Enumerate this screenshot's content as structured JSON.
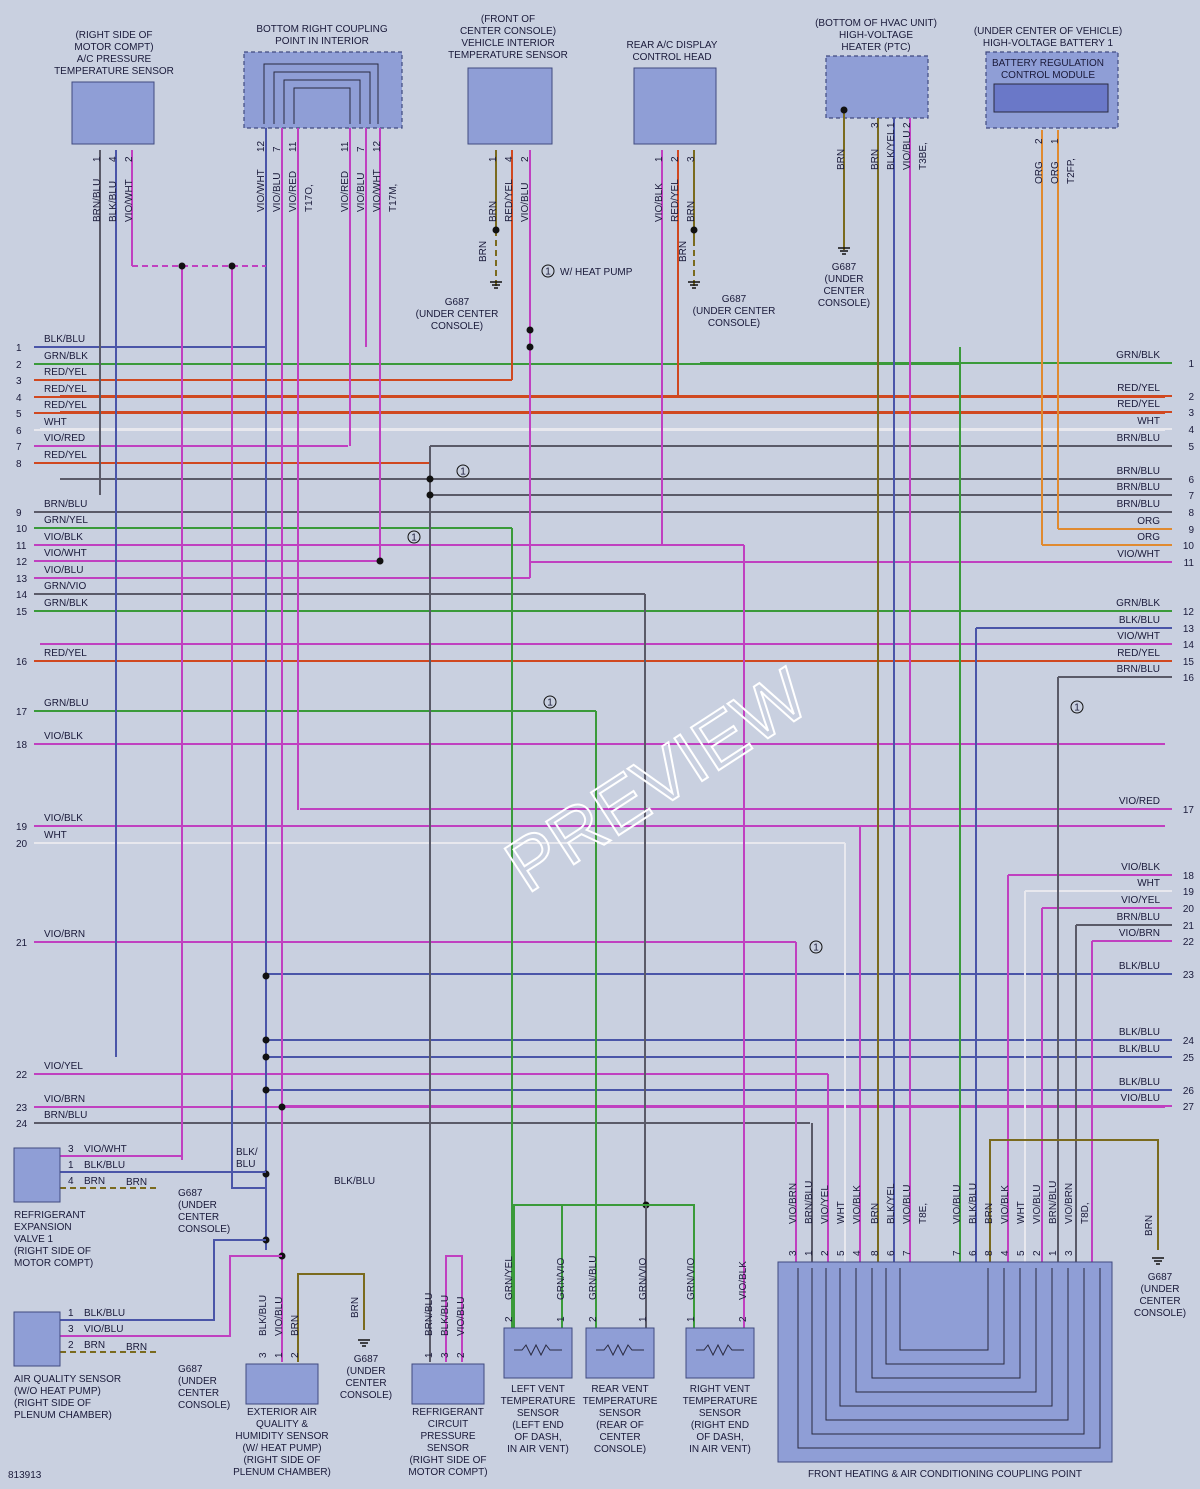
{
  "diagram_id": "813913",
  "watermark": "PREVIEW",
  "colors": {
    "background": "#c9d0e0",
    "component_fill": "#8f9ed6",
    "BRN": "#7a6a1e",
    "BLU": "#4a55a8",
    "VIO": "#c040c0",
    "GRN": "#3a9a3a",
    "RED": "#d04820",
    "WHT": "#e8e8ee",
    "ORG": "#e08a30",
    "GRY": "#5a5a68"
  },
  "components": {
    "ac_pressure_sensor": [
      "(RIGHT SIDE OF",
      "MOTOR COMPT)",
      "A/C PRESSURE",
      "TEMPERATURE SENSOR"
    ],
    "coupling_interior": [
      "BOTTOM RIGHT COUPLING",
      "POINT IN INTERIOR"
    ],
    "vehicle_interior_sensor": [
      "(FRONT OF",
      "CENTER CONSOLE)",
      "VEHICLE INTERIOR",
      "TEMPERATURE SENSOR"
    ],
    "rear_ac_display": [
      "REAR A/C DISPLAY",
      "CONTROL HEAD"
    ],
    "hv_heater": [
      "(BOTTOM OF HVAC UNIT)",
      "HIGH-VOLTAGE",
      "HEATER (PTC)"
    ],
    "hv_battery": [
      "(UNDER CENTER OF VEHICLE)",
      "HIGH-VOLTAGE BATTERY 1"
    ],
    "battery_module": [
      "BATTERY REGULATION",
      "CONTROL MODULE"
    ],
    "expansion_valve": [
      "REFRIGERANT",
      "EXPANSION",
      "VALVE 1",
      "(RIGHT SIDE OF",
      "MOTOR COMPT)"
    ],
    "air_quality_sensor": [
      "AIR QUALITY SENSOR",
      "(W/O HEAT PUMP)",
      "(RIGHT SIDE OF",
      "PLENUM CHAMBER)"
    ],
    "exterior_air_sensor": [
      "EXTERIOR AIR",
      "QUALITY &",
      "HUMIDITY SENSOR",
      "(W/ HEAT PUMP)",
      "(RIGHT SIDE OF",
      "PLENUM CHAMBER)"
    ],
    "refrigerant_pressure_sensor": [
      "REFRIGERANT",
      "CIRCUIT",
      "PRESSURE",
      "SENSOR",
      "(RIGHT SIDE OF",
      "MOTOR COMPT)"
    ],
    "left_vent_sensor": [
      "LEFT VENT",
      "TEMPERATURE",
      "SENSOR",
      "(LEFT END",
      "OF DASH,",
      "IN AIR VENT)"
    ],
    "rear_vent_sensor": [
      "REAR VENT",
      "TEMPERATURE",
      "SENSOR",
      "(REAR OF",
      "CENTER",
      "CONSOLE)"
    ],
    "right_vent_sensor": [
      "RIGHT VENT",
      "TEMPERATURE",
      "SENSOR",
      "(RIGHT END",
      "OF DASH,",
      "IN AIR VENT)"
    ],
    "front_coupling": [
      "FRONT HEATING & AIR CONDITIONING COUPLING POINT"
    ]
  },
  "grounds": {
    "g687_center": [
      "G687",
      "(UNDER CENTER",
      "CONSOLE)"
    ],
    "g687_stack": [
      "G687",
      "(UNDER",
      "CENTER",
      "CONSOLE)"
    ],
    "g687_exp": [
      "G687",
      "(UNDER",
      "CENTER",
      "CONSOLE)"
    ]
  },
  "notes": {
    "heat_pump": "W/ HEAT PUMP",
    "footnote_symbol": "1",
    "blk_blu_split": [
      "BLK/",
      "BLU"
    ]
  },
  "left_wires": [
    {
      "n": "1",
      "label": "BLK/BLU",
      "color": "BLU"
    },
    {
      "n": "2",
      "label": "GRN/BLK",
      "color": "GRN"
    },
    {
      "n": "3",
      "label": "RED/YEL",
      "color": "RED"
    },
    {
      "n": "4",
      "label": "RED/YEL",
      "color": "RED"
    },
    {
      "n": "5",
      "label": "RED/YEL",
      "color": "RED"
    },
    {
      "n": "6",
      "label": "WHT",
      "color": "WHT"
    },
    {
      "n": "7",
      "label": "VIO/RED",
      "color": "VIO"
    },
    {
      "n": "8",
      "label": "RED/YEL",
      "color": "RED"
    },
    {
      "n": "9",
      "label": "BRN/BLU",
      "color": "GRY"
    },
    {
      "n": "10",
      "label": "GRN/YEL",
      "color": "GRN"
    },
    {
      "n": "11",
      "label": "VIO/BLK",
      "color": "VIO"
    },
    {
      "n": "12",
      "label": "VIO/WHT",
      "color": "VIO"
    },
    {
      "n": "13",
      "label": "VIO/BLU",
      "color": "VIO"
    },
    {
      "n": "14",
      "label": "GRN/VIO",
      "color": "GRY"
    },
    {
      "n": "15",
      "label": "GRN/BLK",
      "color": "GRN"
    },
    {
      "n": "16",
      "label": "RED/YEL",
      "color": "RED"
    },
    {
      "n": "17",
      "label": "GRN/BLU",
      "color": "GRN"
    },
    {
      "n": "18",
      "label": "VIO/BLK",
      "color": "VIO"
    },
    {
      "n": "19",
      "label": "VIO/BLK",
      "color": "VIO"
    },
    {
      "n": "20",
      "label": "WHT",
      "color": "WHT"
    },
    {
      "n": "21",
      "label": "VIO/BRN",
      "color": "VIO"
    },
    {
      "n": "22",
      "label": "VIO/YEL",
      "color": "VIO"
    },
    {
      "n": "23",
      "label": "VIO/BRN",
      "color": "VIO"
    },
    {
      "n": "24",
      "label": "BRN/BLU",
      "color": "GRY"
    }
  ],
  "right_wires": [
    {
      "n": "1",
      "label": "GRN/BLK",
      "color": "GRN"
    },
    {
      "n": "2",
      "label": "RED/YEL",
      "color": "RED"
    },
    {
      "n": "3",
      "label": "RED/YEL",
      "color": "RED"
    },
    {
      "n": "4",
      "label": "WHT",
      "color": "WHT"
    },
    {
      "n": "5",
      "label": "BRN/BLU",
      "color": "GRY"
    },
    {
      "n": "6",
      "label": "BRN/BLU",
      "color": "GRY"
    },
    {
      "n": "7",
      "label": "BRN/BLU",
      "color": "GRY"
    },
    {
      "n": "8",
      "label": "BRN/BLU",
      "color": "GRY"
    },
    {
      "n": "9",
      "label": "ORG",
      "color": "ORG"
    },
    {
      "n": "10",
      "label": "ORG",
      "color": "ORG"
    },
    {
      "n": "11",
      "label": "VIO/WHT",
      "color": "VIO"
    },
    {
      "n": "12",
      "label": "GRN/BLK",
      "color": "GRN"
    },
    {
      "n": "13",
      "label": "BLK/BLU",
      "color": "BLU"
    },
    {
      "n": "14",
      "label": "VIO/WHT",
      "color": "VIO"
    },
    {
      "n": "15",
      "label": "RED/YEL",
      "color": "RED"
    },
    {
      "n": "16",
      "label": "BRN/BLU",
      "color": "GRY"
    },
    {
      "n": "17",
      "label": "VIO/RED",
      "color": "VIO"
    },
    {
      "n": "18",
      "label": "VIO/BLK",
      "color": "VIO"
    },
    {
      "n": "19",
      "label": "WHT",
      "color": "WHT"
    },
    {
      "n": "20",
      "label": "VIO/YEL",
      "color": "VIO"
    },
    {
      "n": "21",
      "label": "BRN/BLU",
      "color": "GRY"
    },
    {
      "n": "22",
      "label": "VIO/BRN",
      "color": "VIO"
    },
    {
      "n": "23",
      "label": "BLK/BLU",
      "color": "BLU"
    },
    {
      "n": "24",
      "label": "BLK/BLU",
      "color": "BLU"
    },
    {
      "n": "25",
      "label": "BLK/BLU",
      "color": "BLU"
    },
    {
      "n": "26",
      "label": "BLK/BLU",
      "color": "BLU"
    },
    {
      "n": "27",
      "label": "VIO/BLU",
      "color": "VIO"
    }
  ],
  "pins": {
    "ac_pressure": [
      {
        "n": "1",
        "label": "BRN/BLU"
      },
      {
        "n": "4",
        "label": "BLK/BLU"
      },
      {
        "n": "2",
        "label": "VIO/WHT"
      }
    ],
    "coupling_interior": [
      {
        "n": "12",
        "label": "VIO/WHT"
      },
      {
        "n": "7",
        "label": "VIO/BLU"
      },
      {
        "n": "11",
        "label": "VIO/RED"
      },
      {
        "n": "",
        "label": "T17O,"
      },
      {
        "n": "11",
        "label": "VIO/RED"
      },
      {
        "n": "7",
        "label": "VIO/BLU"
      },
      {
        "n": "12",
        "label": "VIO/WHT"
      },
      {
        "n": "",
        "label": "T17M,"
      }
    ],
    "vehicle_interior": [
      {
        "n": "1",
        "label": "BRN"
      },
      {
        "n": "4",
        "label": "RED/YEL"
      },
      {
        "n": "2",
        "label": "VIO/BLU"
      }
    ],
    "rear_display": [
      {
        "n": "1",
        "label": "VIO/BLK"
      },
      {
        "n": "2",
        "label": "RED/YEL"
      },
      {
        "n": "3",
        "label": "BRN"
      }
    ],
    "hv_heater": [
      {
        "n": "",
        "label": "BRN"
      },
      {
        "n": "3",
        "label": "BRN"
      },
      {
        "n": "1",
        "label": "BLK/YEL"
      },
      {
        "n": "2",
        "label": "VIO/BLU"
      },
      {
        "n": "",
        "label": "T3BE,"
      }
    ],
    "hv_battery": [
      {
        "n": "2",
        "label": "ORG"
      },
      {
        "n": "1",
        "label": "ORG"
      },
      {
        "n": "",
        "label": "T2FP,"
      }
    ],
    "front_coupling": [
      {
        "n": "3",
        "label": "VIO/BRN"
      },
      {
        "n": "1",
        "label": "BRN/BLU"
      },
      {
        "n": "2",
        "label": "VIO/YEL"
      },
      {
        "n": "5",
        "label": "WHT"
      },
      {
        "n": "4",
        "label": "VIO/BLK"
      },
      {
        "n": "8",
        "label": "BRN"
      },
      {
        "n": "6",
        "label": "BLK/YEL"
      },
      {
        "n": "7",
        "label": "VIO/BLU"
      },
      {
        "n": "",
        "label": "T8E,"
      },
      {
        "n": "7",
        "label": "VIO/BLU"
      },
      {
        "n": "6",
        "label": "BLK/BLU"
      },
      {
        "n": "8",
        "label": "BRN"
      },
      {
        "n": "4",
        "label": "VIO/BLK"
      },
      {
        "n": "5",
        "label": "WHT"
      },
      {
        "n": "2",
        "label": "VIO/BLU"
      },
      {
        "n": "1",
        "label": "BRN/BLU"
      },
      {
        "n": "3",
        "label": "VIO/BRN"
      },
      {
        "n": "",
        "label": "T8D,"
      }
    ],
    "vent_left": [
      {
        "n": "2",
        "label": "GRN/YEL"
      },
      {
        "n": "1",
        "label": "GRN/VIO"
      }
    ],
    "vent_rear": [
      {
        "n": "2",
        "label": "GRN/BLU"
      },
      {
        "n": "1",
        "label": "GRN/VIO"
      }
    ],
    "vent_right": [
      {
        "n": "1",
        "label": "GRN/VIO"
      },
      {
        "n": "2",
        "label": "VIO/BLK"
      }
    ],
    "exterior": [
      {
        "n": "3",
        "label": "BLK/BLU"
      },
      {
        "n": "1",
        "label": "VIO/BLU"
      },
      {
        "n": "2",
        "label": "BRN"
      }
    ],
    "refrig_pressure": [
      {
        "n": "1",
        "label": "BRN/BLU"
      },
      {
        "n": "3",
        "label": "BLK/BLU"
      },
      {
        "n": "2",
        "label": "VIO/BLU"
      }
    ],
    "expansion": [
      {
        "n": "3",
        "label": "VIO/WHT"
      },
      {
        "n": "1",
        "label": "BLK/BLU"
      },
      {
        "n": "4",
        "label": "BRN"
      }
    ],
    "air_quality": [
      {
        "n": "1",
        "label": "BLK/BLU"
      },
      {
        "n": "3",
        "label": "VIO/BLU"
      },
      {
        "n": "2",
        "label": "BRN"
      }
    ]
  },
  "misc_labels": {
    "brn": "BRN",
    "blk_blu": "BLK/BLU"
  }
}
